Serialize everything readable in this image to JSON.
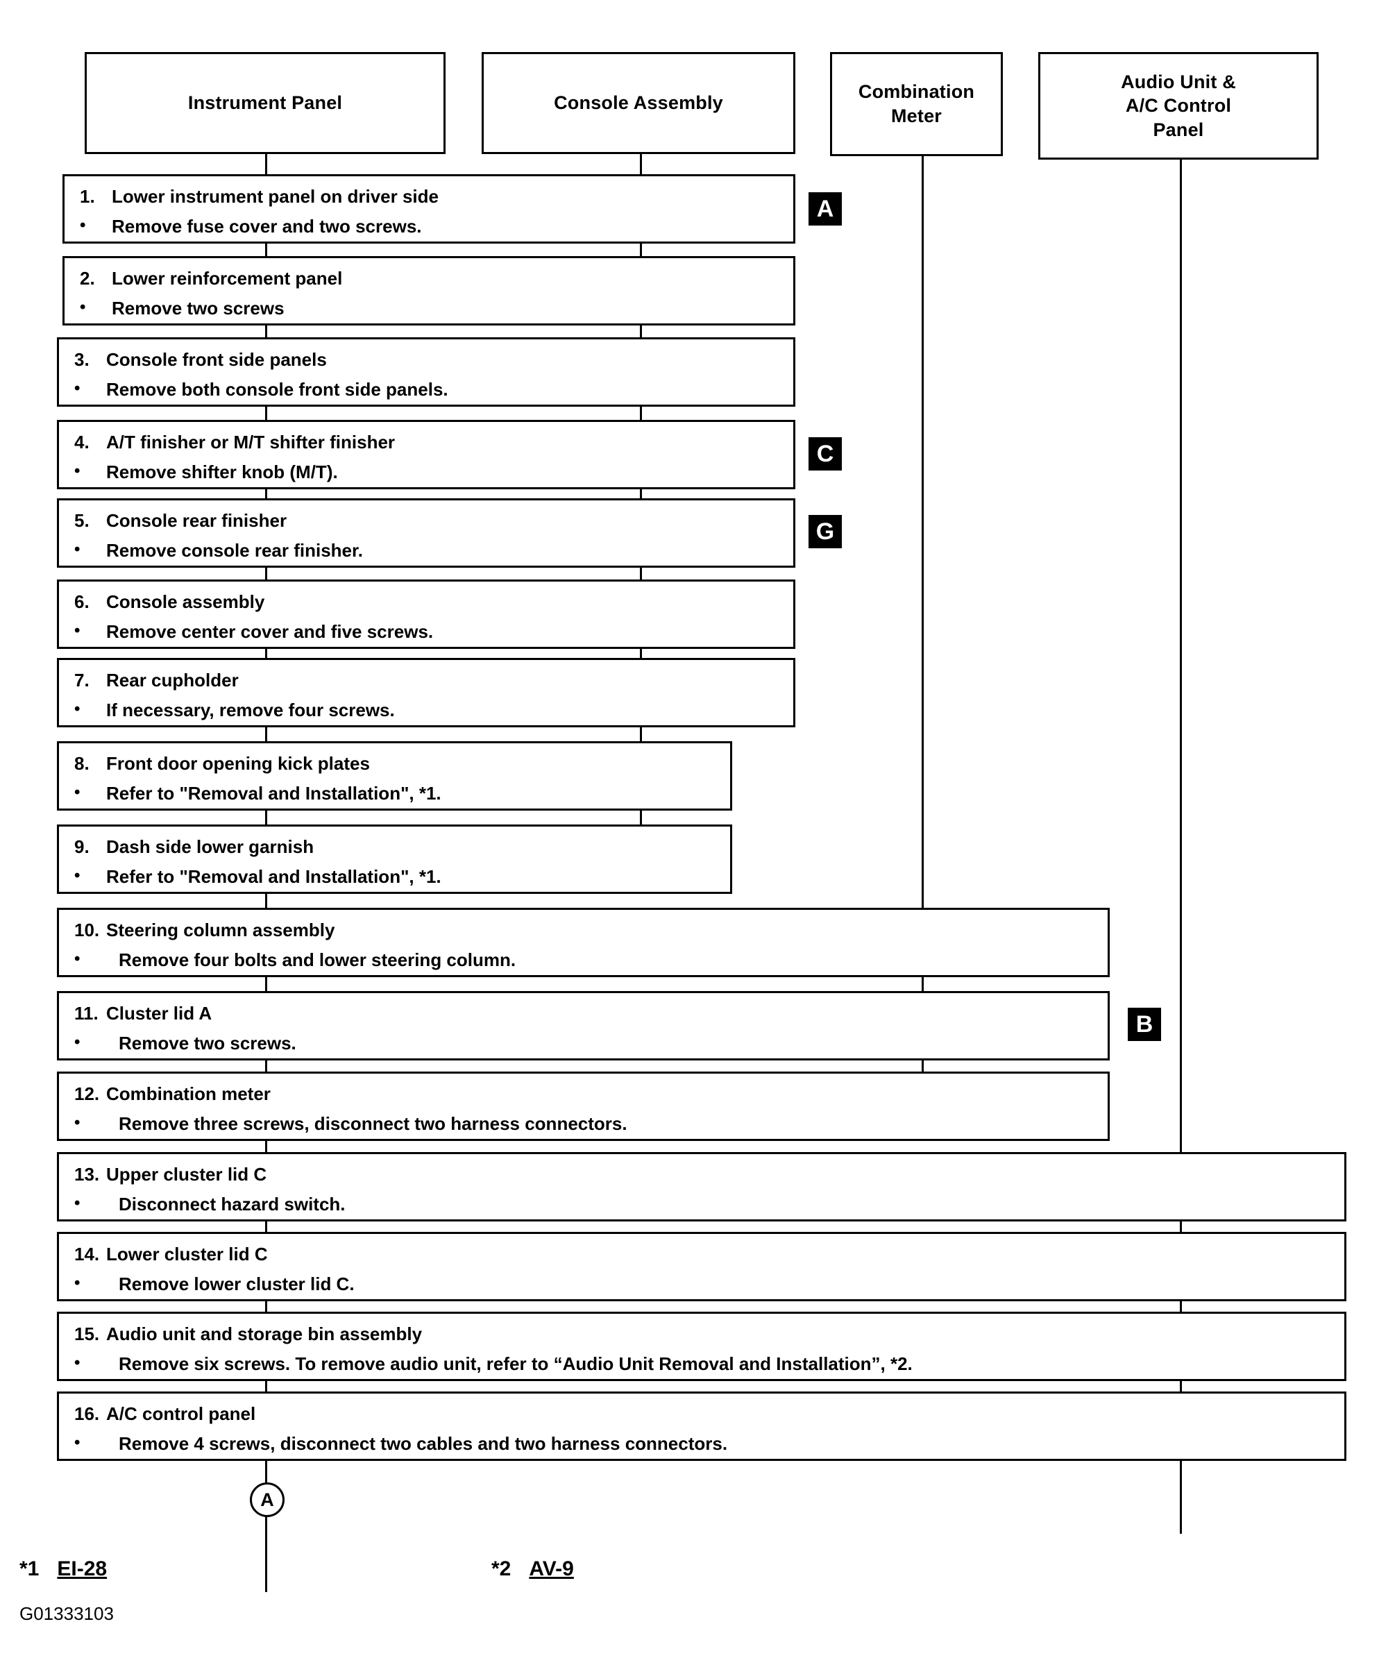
{
  "diagram": {
    "columns": [
      {
        "label": "Instrument Panel"
      },
      {
        "label": "Console Assembly"
      },
      {
        "label": "Combination\nMeter"
      },
      {
        "label": "Audio Unit &\nA/C Control\nPanel"
      }
    ],
    "steps": [
      {
        "number": "1.",
        "title": "Lower instrument panel on driver side",
        "bullet": "•",
        "detail": "Remove fuse cover and two screws.",
        "badge": "A"
      },
      {
        "number": "2.",
        "title": "Lower reinforcement panel",
        "bullet": "•",
        "detail": "Remove two screws",
        "badge": ""
      },
      {
        "number": "3.",
        "title": "Console front side panels",
        "bullet": "•",
        "detail": "Remove both console front side panels.",
        "badge": ""
      },
      {
        "number": "4.",
        "title": "A/T finisher or M/T shifter finisher",
        "bullet": "•",
        "detail": "Remove shifter knob (M/T).",
        "badge": "C"
      },
      {
        "number": "5.",
        "title": "Console rear finisher",
        "bullet": "•",
        "detail": "Remove console rear finisher.",
        "badge": "G"
      },
      {
        "number": "6.",
        "title": "Console assembly",
        "bullet": "•",
        "detail": "Remove center cover and five screws.",
        "badge": ""
      },
      {
        "number": "7.",
        "title": "Rear cupholder",
        "bullet": "•",
        "detail": "If necessary, remove four screws.",
        "badge": ""
      },
      {
        "number": "8.",
        "title": "Front door opening kick plates",
        "bullet": "•",
        "detail": "Refer to \"Removal and Installation\", *1.",
        "badge": ""
      },
      {
        "number": "9.",
        "title": "Dash side lower garnish",
        "bullet": "•",
        "detail": "Refer to \"Removal and Installation\", *1.",
        "badge": ""
      },
      {
        "number": "10.",
        "title": "Steering column assembly",
        "bullet": "•",
        "detail": "Remove four bolts and lower steering column.",
        "badge": ""
      },
      {
        "number": "11.",
        "title": "Cluster lid A",
        "bullet": "•",
        "detail": "Remove two screws.",
        "badge": "B"
      },
      {
        "number": "12.",
        "title": "Combination meter",
        "bullet": "•",
        "detail": "Remove three screws, disconnect two harness connectors.",
        "badge": ""
      },
      {
        "number": "13.",
        "title": "Upper cluster lid C",
        "bullet": "•",
        "detail": "Disconnect hazard switch.",
        "badge": ""
      },
      {
        "number": "14.",
        "title": "Lower cluster lid C",
        "bullet": "•",
        "detail": "Remove lower cluster lid C.",
        "badge": ""
      },
      {
        "number": "15.",
        "title": "Audio unit and storage bin assembly",
        "bullet": "•",
        "detail": "Remove six screws. To remove audio unit, refer to “Audio Unit Removal and Installation”, *2.",
        "badge": ""
      },
      {
        "number": "16.",
        "title": "A/C control panel",
        "bullet": "•",
        "detail": "Remove 4 screws, disconnect two cables and two harness connectors.",
        "badge": ""
      }
    ],
    "continuation_ref": "A",
    "footnotes": [
      {
        "marker": "*1",
        "link": "EI-28"
      },
      {
        "marker": "*2",
        "link": "AV-9"
      }
    ],
    "document_id": "G01333103"
  }
}
